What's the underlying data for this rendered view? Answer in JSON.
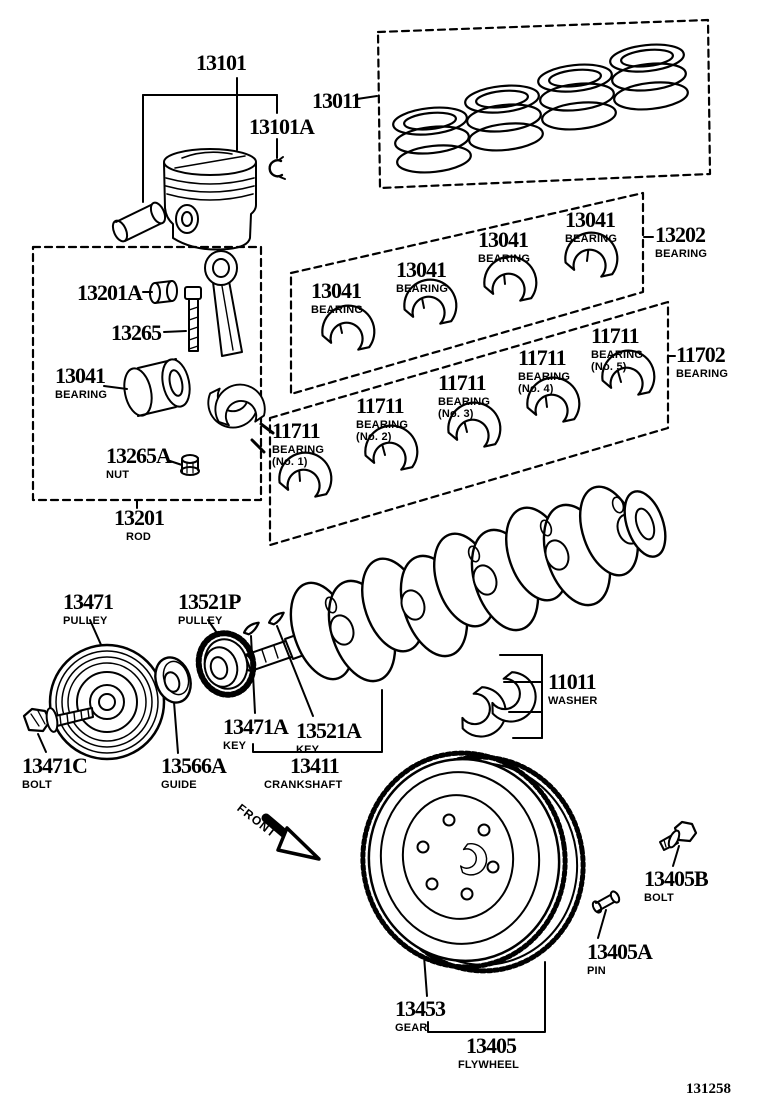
{
  "page_number": "131258",
  "front_label": "FRONT",
  "labels": [
    {
      "part": "13101"
    },
    {
      "part": "13101A"
    },
    {
      "part": "13011"
    },
    {
      "part": "13201A"
    },
    {
      "part": "13265"
    },
    {
      "part": "13041",
      "sub": "BEARING"
    },
    {
      "part": "13265A",
      "sub": "NUT"
    },
    {
      "part": "13201",
      "sub": "ROD"
    },
    {
      "part": "13041",
      "sub": "BEARING"
    },
    {
      "part": "13041",
      "sub": "BEARING"
    },
    {
      "part": "13041",
      "sub": "BEARING"
    },
    {
      "part": "13041",
      "sub": "BEARING"
    },
    {
      "part": "13202",
      "sub": "BEARING"
    },
    {
      "part": "11711",
      "sub": "BEARING",
      "sub2": "(No. 1)"
    },
    {
      "part": "11711",
      "sub": "BEARING",
      "sub2": "(No. 2)"
    },
    {
      "part": "11711",
      "sub": "BEARING",
      "sub2": "(No. 3)"
    },
    {
      "part": "11711",
      "sub": "BEARING",
      "sub2": "(No. 4)"
    },
    {
      "part": "11711",
      "sub": "BEARING",
      "sub2": "(No. 5)"
    },
    {
      "part": "11702",
      "sub": "BEARING"
    },
    {
      "part": "13471",
      "sub": "PULLEY"
    },
    {
      "part": "13521P",
      "sub": "PULLEY"
    },
    {
      "part": "13471C",
      "sub": "BOLT"
    },
    {
      "part": "13566A",
      "sub": "GUIDE"
    },
    {
      "part": "13471A",
      "sub": "KEY"
    },
    {
      "part": "13521A",
      "sub": "KEY"
    },
    {
      "part": "13411",
      "sub": "CRANKSHAFT"
    },
    {
      "part": "11011",
      "sub": "WASHER"
    },
    {
      "part": "13405B",
      "sub": "BOLT"
    },
    {
      "part": "13405A",
      "sub": "PIN"
    },
    {
      "part": "13453",
      "sub": "GEAR"
    },
    {
      "part": "13405",
      "sub": "FLYWHEEL"
    }
  ]
}
